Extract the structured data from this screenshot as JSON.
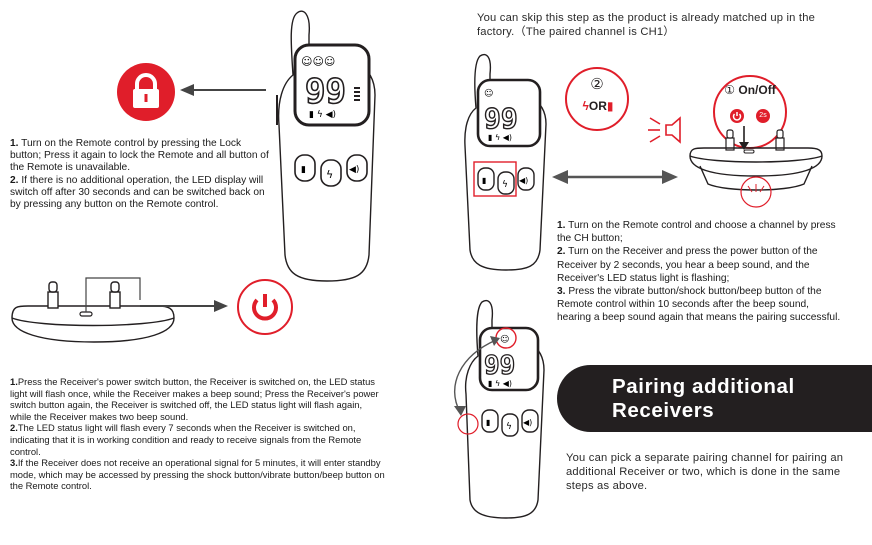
{
  "top_left": {
    "steps": [
      {
        "num": "1.",
        "text": "Turn on the Remote control by pressing the Lock button; Press it again to lock the Remote and all button of the Remote is unavailable."
      },
      {
        "num": "2.",
        "text": "If there is no additional operation, the LED display will switch off after 30 seconds and can be switched back on by pressing any button on the Remote control."
      }
    ]
  },
  "bottom_left": {
    "steps": [
      {
        "num": "1.",
        "text": "Press the Receiver's power switch button, the Receiver is switched on, the LED status light will flash once, while the Receiver makes a beep sound; Press the Receiver's power switch button again, the Receiver is switched off, the LED status light will flash again, while the Receiver makes two beep sound."
      },
      {
        "num": "2.",
        "text": "The LED status light will flash every 7 seconds when the Receiver is switched on, indicating that it is in working condition and ready to receive signals from the Remote control."
      },
      {
        "num": "3.",
        "text": "If the Receiver does not receive an operational signal for 5 minutes, it will enter standby mode, which may be accessed by pressing the shock button/vibrate button/beep button on the Remote control."
      }
    ]
  },
  "top_right": {
    "note": "You can skip this step as the product is already matched up in the factory.（The paired channel is CH1）"
  },
  "pairing": {
    "step2_marker": "②",
    "or_label": "OR",
    "step1_marker": "①",
    "onoff_label": "On/Off",
    "hold_label": "2s",
    "steps": [
      {
        "num": "1.",
        "text": "Turn on the Remote control and choose a channel by press the CH button;"
      },
      {
        "num": "2.",
        "text": "Turn on the Receiver and press the power button of the Receiver by 2 seconds, you hear a beep sound, and the Receiver's LED status light is flashing;"
      },
      {
        "num": "3.",
        "text": "Press the vibrate button/shock button/beep button of the Remote control within 10 seconds after the beep sound, hearing a beep sound again that means the pairing successful."
      }
    ]
  },
  "additional": {
    "title": "Pairing additional Receivers",
    "text": "You can pick a separate pairing channel for pairing an additional Receiver or two, which is done in the same steps as above."
  },
  "remote_display": {
    "digits": "99"
  },
  "colors": {
    "accent": "#e01e2a",
    "dark": "#231f20"
  }
}
